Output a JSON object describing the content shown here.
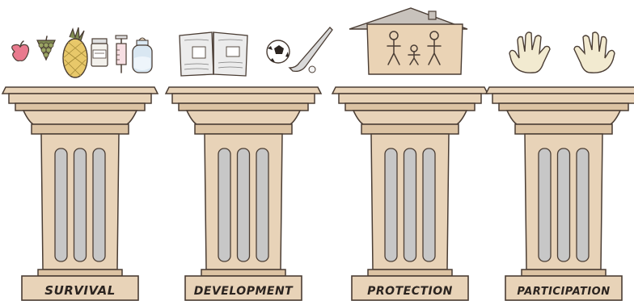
{
  "colors": {
    "stone": "#e8d3b8",
    "stone_dark": "#c9ad8f",
    "outline": "#4a3d34",
    "flute": "#c7c7c7",
    "flute_dark": "#a9a9a9",
    "apple": "#e97a8e",
    "pineapple": "#e8c86a",
    "leaf": "#7f8b52",
    "hand": "#f2ead0",
    "house_fill": "#ead3b5",
    "roof": "#c8c2bc"
  },
  "pillars": [
    {
      "label": "SURVIVAL",
      "icons": [
        "apple-icon",
        "grapes-icon",
        "pineapple-icon",
        "medicine-jar-icon",
        "syringe-icon",
        "baby-bottle-icon"
      ]
    },
    {
      "label": "DEVELOPMENT",
      "icons": [
        "open-book-icon",
        "soccer-ball-icon",
        "hockey-stick-icon"
      ]
    },
    {
      "label": "PROTECTION",
      "icons": [
        "house-with-family-icon"
      ]
    },
    {
      "label": "PARTICIPATION",
      "icons": [
        "left-hand-icon",
        "right-hand-icon"
      ]
    }
  ]
}
